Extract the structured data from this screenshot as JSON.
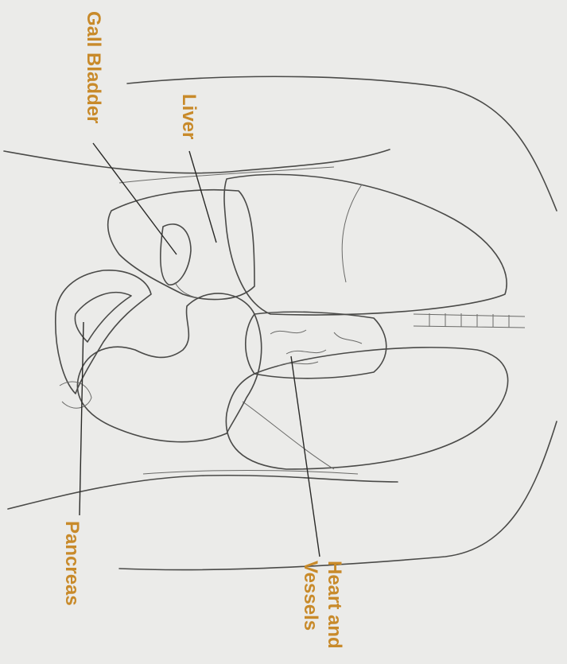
{
  "labels": {
    "gall_bladder": "Gall Bladder",
    "liver": "Liver",
    "pancreas": "Pancreas",
    "heart_line1": "Heart and",
    "heart_line2": "Vessels"
  },
  "colors": {
    "label": "#c88a2a",
    "background": "#ebebe9",
    "outline": "#4a4a48"
  }
}
